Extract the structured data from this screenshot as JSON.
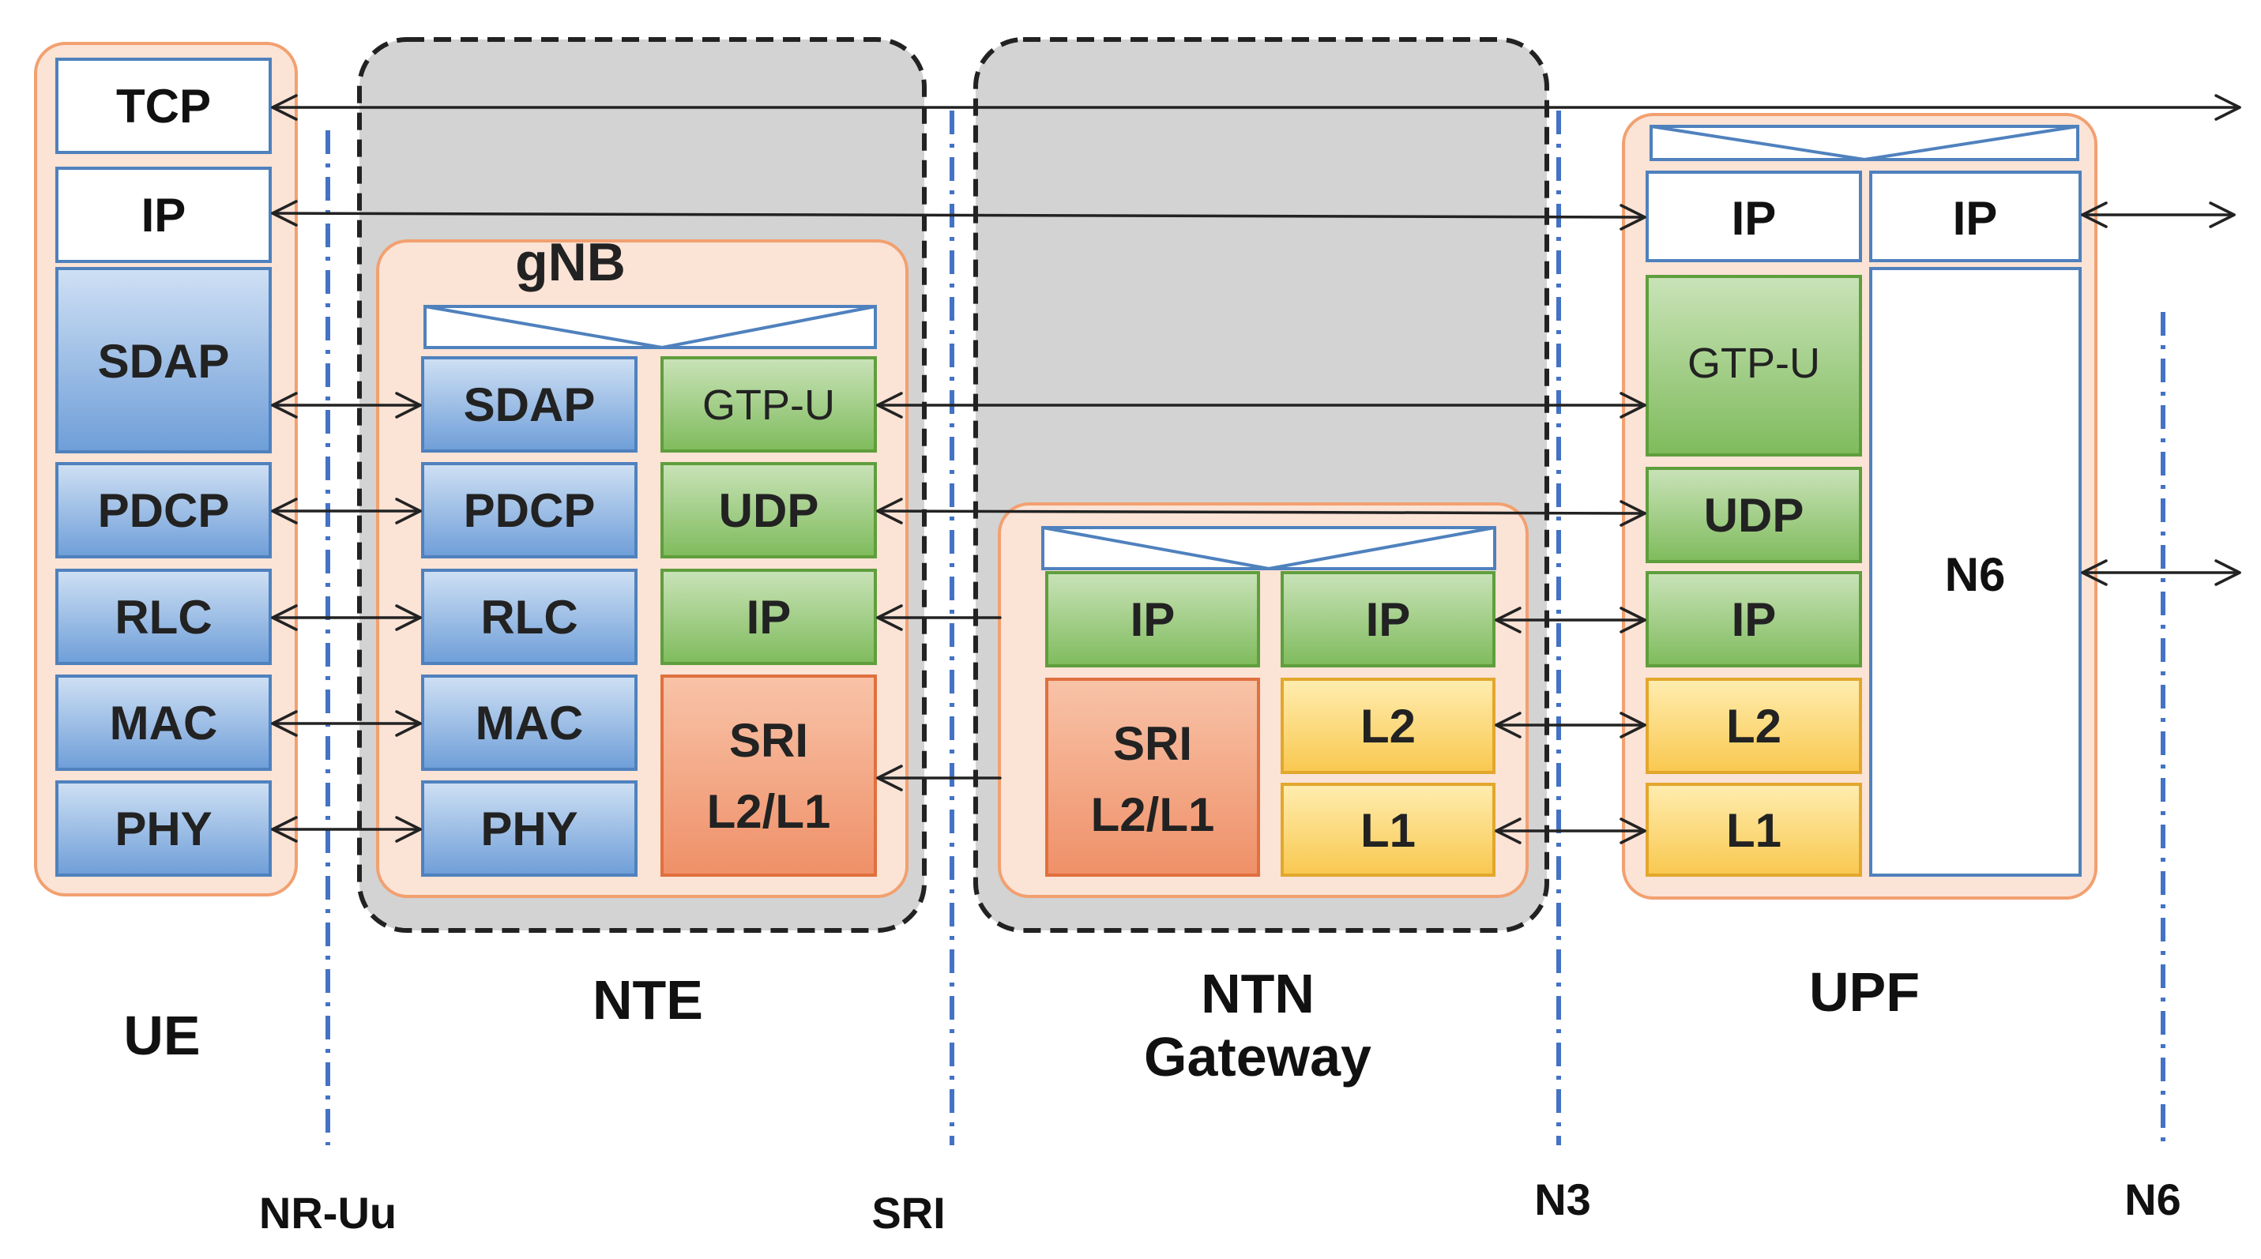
{
  "colors": {
    "blue_top": "#cfe0f4",
    "blue_bottom": "#6e9ed8",
    "blue_border": "#4f81bd",
    "green_top": "#c9e3b8",
    "green_bottom": "#7fbb5c",
    "green_border": "#5f9e3d",
    "orange_top": "#f8c3a8",
    "orange_bottom": "#ef9068",
    "orange_border": "#e0703e",
    "yellow_top": "#ffedb0",
    "yellow_bottom": "#f9c84f",
    "yellow_border": "#e2a72c",
    "node_bg": "#fbe3d6",
    "node_border": "#f2a070",
    "gray_region": "#d3d3d3",
    "ref_line": "#4472c4"
  },
  "ue": {
    "label": "UE",
    "layers": {
      "tcp": "TCP",
      "ip": "IP",
      "sdap": "SDAP",
      "pdcp": "PDCP",
      "rlc": "RLC",
      "mac": "MAC",
      "phy": "PHY"
    }
  },
  "nte": {
    "label": "NTE",
    "gnb": {
      "label": "gNB",
      "left_stack": {
        "sdap": "SDAP",
        "pdcp": "PDCP",
        "rlc": "RLC",
        "mac": "MAC",
        "phy": "PHY"
      },
      "right_stack": {
        "gtpu": "GTP-U",
        "udp": "UDP",
        "ip": "IP",
        "sri_line1": "SRI",
        "sri_line2": "L2/L1"
      }
    }
  },
  "ntn_gateway": {
    "label_line1": "NTN",
    "label_line2": "Gateway",
    "left_stack": {
      "ip": "IP",
      "sri_line1": "SRI",
      "sri_line2": "L2/L1"
    },
    "right_stack": {
      "ip": "IP",
      "l2": "L2",
      "l1": "L1"
    }
  },
  "upf": {
    "label": "UPF",
    "left_stack": {
      "ip": "IP",
      "gtpu": "GTP-U",
      "udp": "UDP",
      "ip2": "IP",
      "l2": "L2",
      "l1": "L1"
    },
    "right_stack": {
      "ip": "IP",
      "n6": "N6"
    }
  },
  "interfaces": {
    "nr_uu": "NR-Uu",
    "sri": "SRI",
    "n3": "N3",
    "n6": "N6"
  }
}
